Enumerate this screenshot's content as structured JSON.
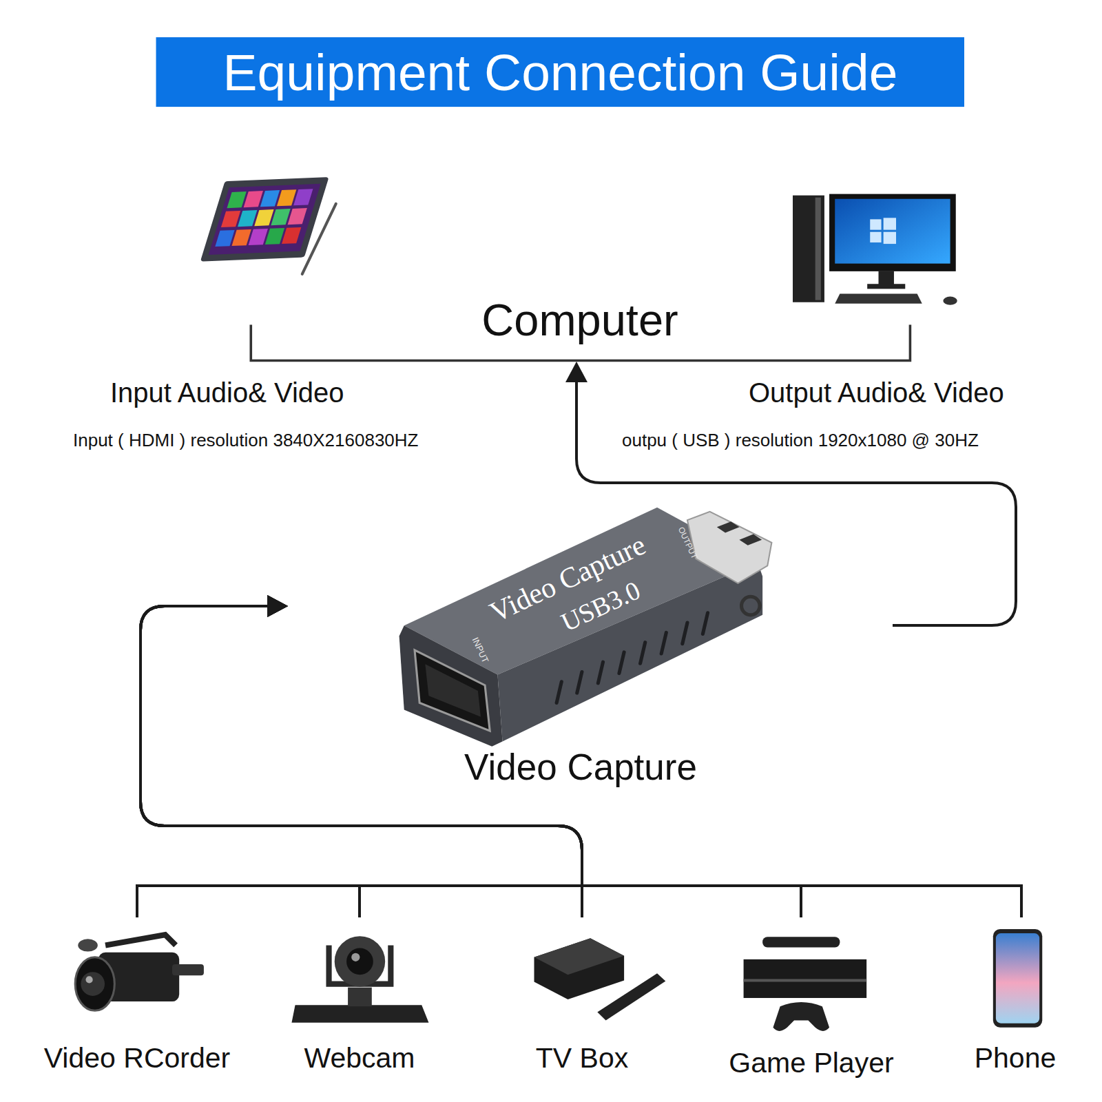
{
  "diagram": {
    "title": "Equipment Connection Guide",
    "nodes": [
      {
        "text": [
          "Computer"
        ]
      },
      {
        "text": [
          "Video Capture"
        ]
      },
      {
        "text": [
          "Video RCorder"
        ]
      },
      {
        "text": [
          "Webcam"
        ]
      },
      {
        "text": [
          "TV Box"
        ]
      },
      {
        "text": [
          "Game Player"
        ]
      },
      {
        "text": [
          "Phone"
        ]
      }
    ],
    "edges": [
      {
        "from": 1,
        "to": 0,
        "arrow": "to"
      },
      {
        "from": 2,
        "to": 1,
        "arrow": "to"
      },
      {
        "from": 3,
        "to": 1,
        "arrow": "to"
      },
      {
        "from": 4,
        "to": 1,
        "arrow": "to"
      },
      {
        "from": 5,
        "to": 1,
        "arrow": "to"
      },
      {
        "from": 6,
        "to": 1,
        "arrow": "to"
      }
    ],
    "labels": [
      "Input Audio& Video",
      "Input ( HDMI ) resolution 3840X2160830HZ",
      "Output Audio& Video",
      "outpu ( USB ) resolution 1920x1080 @ 30HZ",
      "Video Capture",
      "USB3.0",
      "INPUT",
      "OUTPUT"
    ]
  }
}
